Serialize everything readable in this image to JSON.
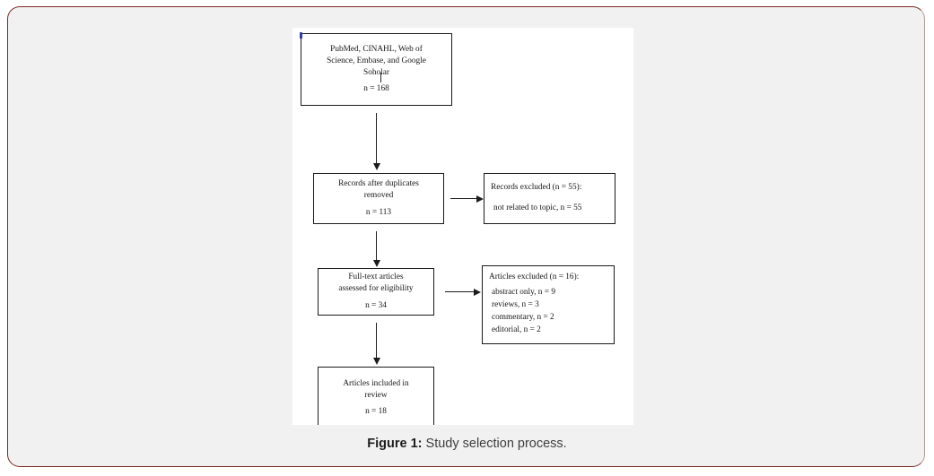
{
  "figure": {
    "caption_label": "Figure 1:",
    "caption_text": " Study selection process.",
    "frame_border_color": "#7a2b22",
    "page_background_color": "#f1f1f1",
    "canvas_background_color": "#ffffff",
    "box_border_color": "#1a1a1a",
    "connector_color": "#1c1c1c",
    "selection_handle_color": "#2f3ea8"
  },
  "flow": {
    "boxes": [
      {
        "id": "sources",
        "lines": [
          "PubMed, CINAHL, Web of",
          "Science, Embase, and Google",
          "Soholar"
        ],
        "count": "n = 168"
      },
      {
        "id": "records-after-duplicates",
        "lines": [
          "Records after duplicates",
          "removed"
        ],
        "count": "n = 113"
      },
      {
        "id": "records-excluded",
        "head": "Records excluded (n = 55):",
        "items": [
          "not related to topic, n = 55"
        ]
      },
      {
        "id": "full-text-assessed",
        "lines": [
          "Full-text articles",
          "assessed for eligibility"
        ],
        "count": "n = 34"
      },
      {
        "id": "articles-excluded",
        "head": "Articles excluded (n = 16):",
        "items": [
          "abstract only, n = 9",
          "reviews, n = 3",
          "commentary, n = 2",
          "editorial, n = 2"
        ]
      },
      {
        "id": "articles-included",
        "lines": [
          "Articles included in",
          "review"
        ],
        "count": "n = 18"
      }
    ]
  }
}
